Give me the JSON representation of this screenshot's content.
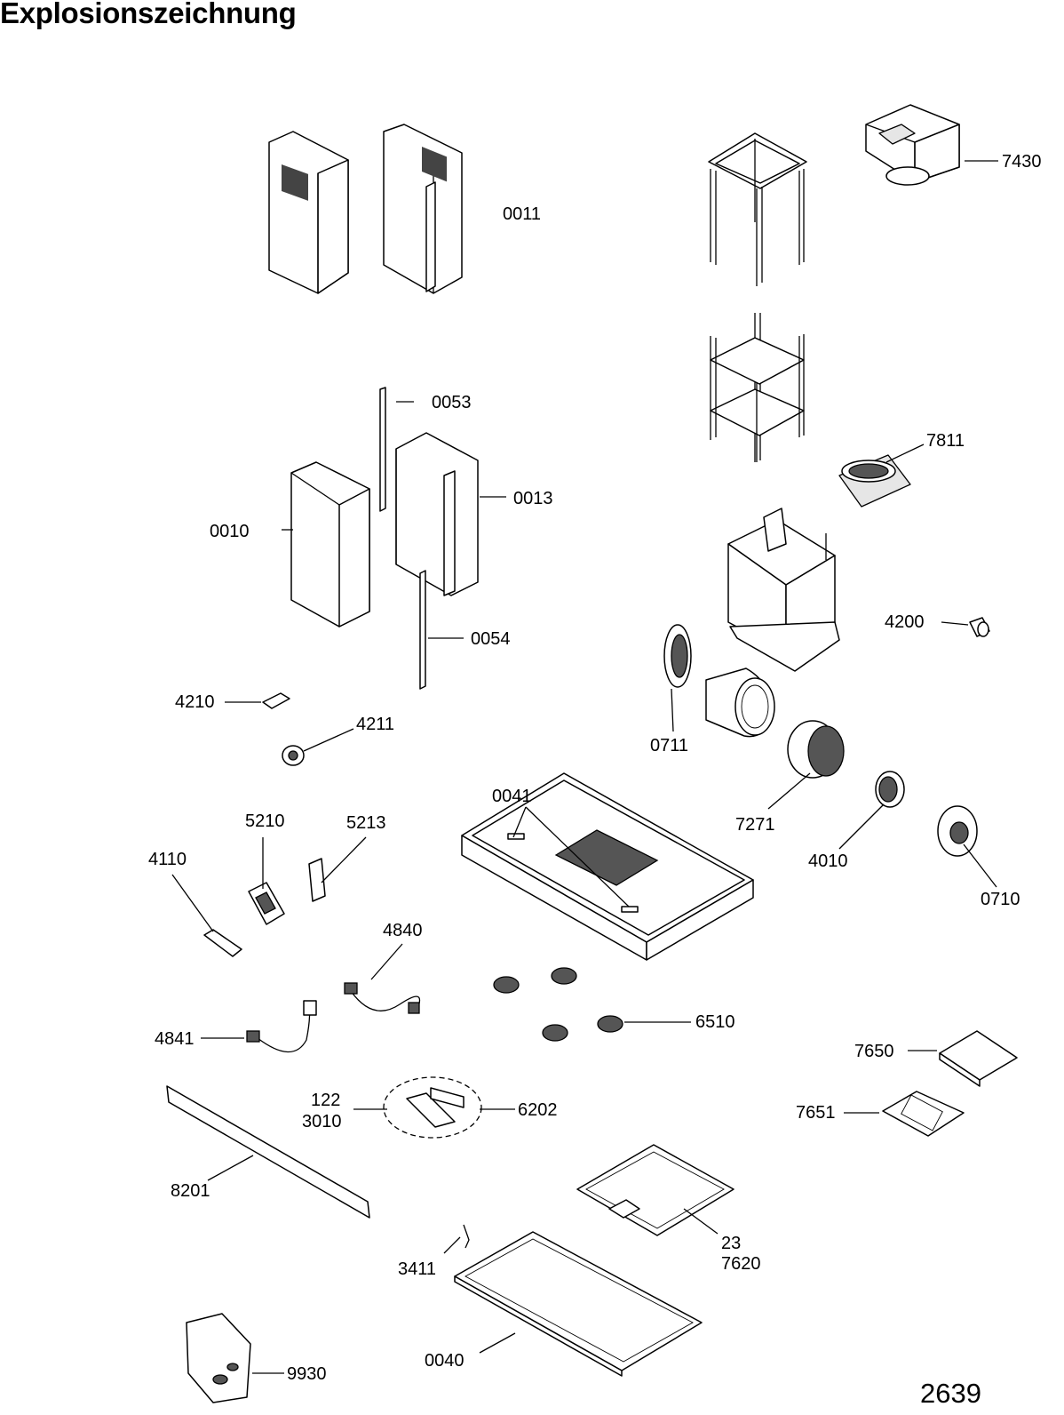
{
  "title": "Explosionszeichnung",
  "drawing_number": "2639",
  "labels": {
    "l0011": "0011",
    "l7430": "7430",
    "l0053": "0053",
    "l7811": "7811",
    "l0013": "0013",
    "l0010": "0010",
    "l4200": "4200",
    "l0054": "0054",
    "l4210": "4210",
    "l4211": "4211",
    "l0711": "0711",
    "l0041": "0041",
    "l7271": "7271",
    "l5210": "5210",
    "l5213": "5213",
    "l4110": "4110",
    "l4010": "4010",
    "l0710": "0710",
    "l4840": "4840",
    "l6510": "6510",
    "l4841": "4841",
    "l7650": "7650",
    "l122": "122",
    "l3010": "3010",
    "l6202": "6202",
    "l7651": "7651",
    "l8201": "8201",
    "l23": "23",
    "l7620": "7620",
    "l3411": "3411",
    "l0040": "0040",
    "l9930": "9930"
  }
}
